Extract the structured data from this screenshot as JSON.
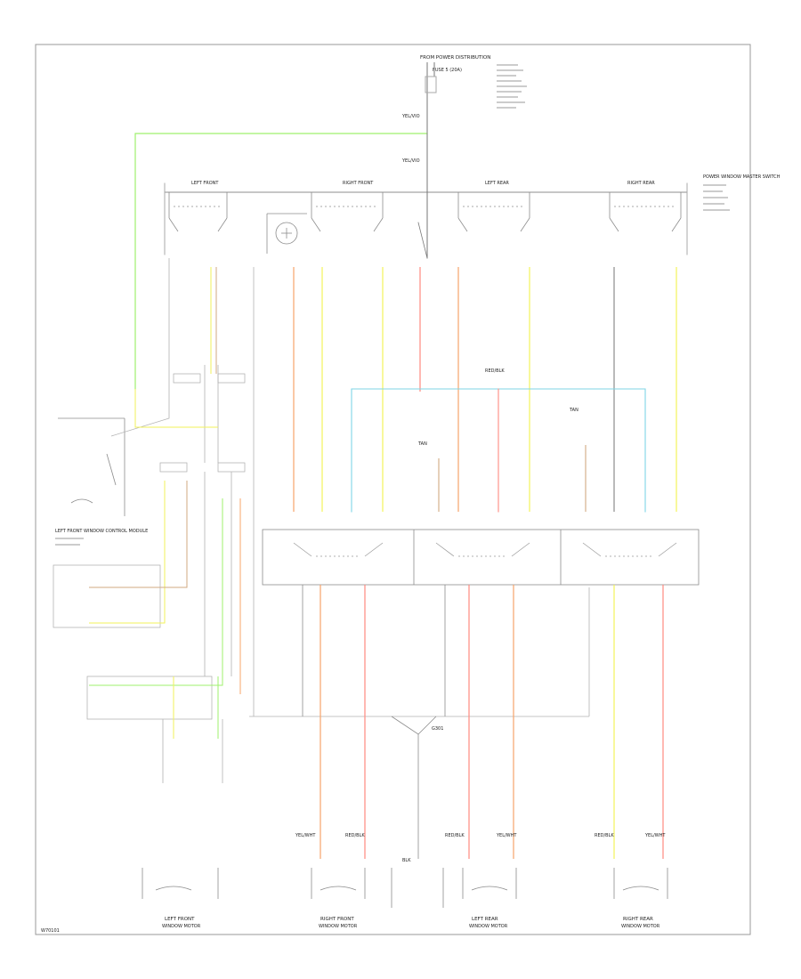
{
  "diagram": {
    "source": "FROM POWER DISTRIBUTION",
    "fuse_note": "FUSE 5 (20A)",
    "feed_wire": "YEL/VIO",
    "master_labels": [
      "LEFT FRONT",
      "RIGHT FRONT",
      "LEFT REAR",
      "RIGHT REAR"
    ],
    "master_switch_title": "POWER WINDOW MASTER SWITCH",
    "door_module_note": "LEFT FRONT WINDOW CONTROL MODULE",
    "bottom_labels": [
      "LEFT FRONT",
      "RIGHT FRONT",
      "LEFT REAR",
      "RIGHT REAR"
    ],
    "bottom_sub": "WINDOW MOTOR",
    "ground_label": "G301",
    "wire_labels": {
      "red_blk": "RED/BLK",
      "yel_wht": "YEL/WHT",
      "blk": "BLK",
      "tan": "TAN"
    },
    "colors": {
      "red": "#ff8a80",
      "orange": "#f7a46a",
      "yellow": "#f2f25a",
      "light_blue": "#7fd6e6",
      "green": "#9ff06e",
      "tan": "#d2aa82",
      "gray": "#b3b3b3",
      "black": "#555555"
    },
    "footer_code": "W70101"
  }
}
